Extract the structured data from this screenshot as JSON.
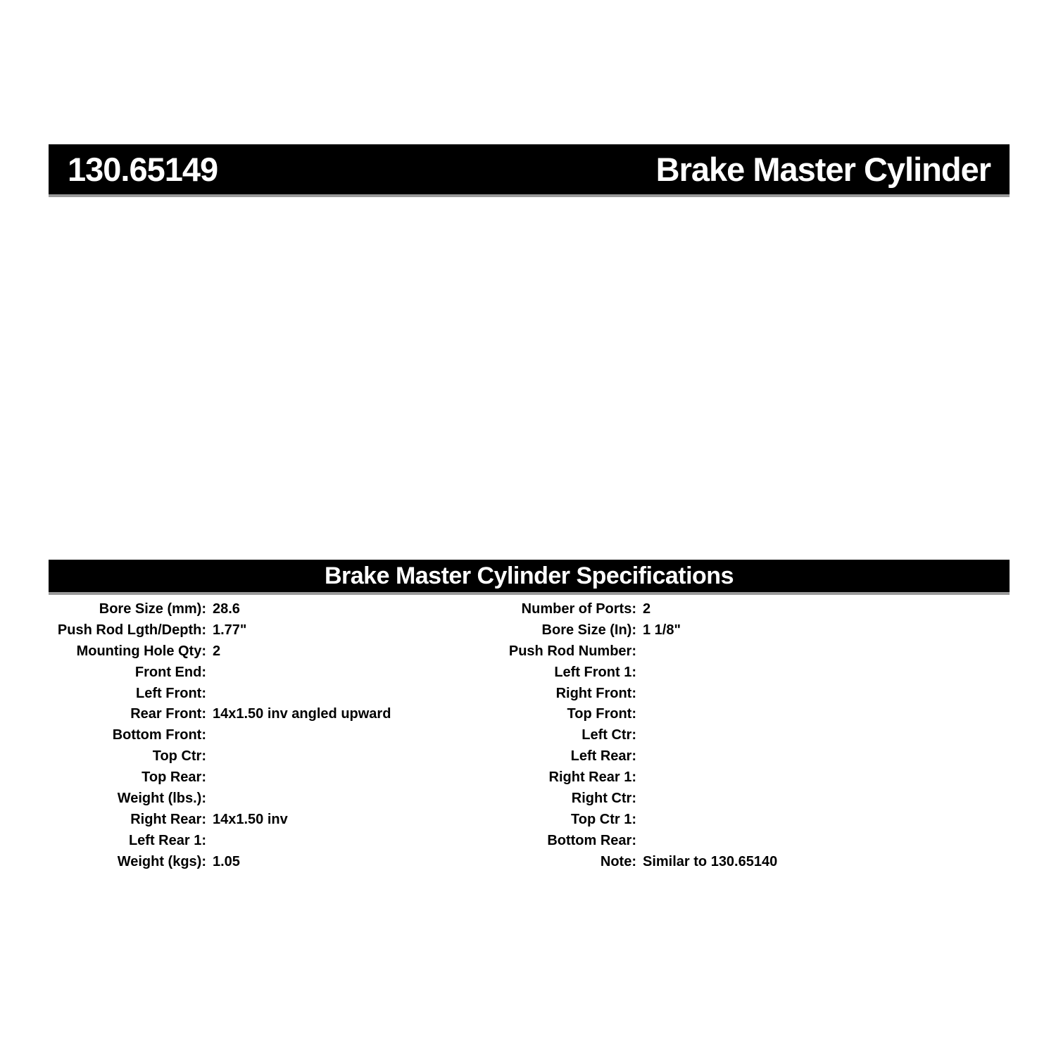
{
  "page": {
    "background": "#ffffff"
  },
  "colors": {
    "bar_background": "#000000",
    "bar_text": "#ffffff",
    "body_text": "#000000",
    "bar_shadow": "#999999"
  },
  "header": {
    "part_number": "130.65149",
    "product_title": "Brake Master Cylinder"
  },
  "specifications": {
    "section_title": "Brake Master Cylinder Specifications",
    "left_column": [
      {
        "label": "Bore Size (mm):",
        "value": "28.6"
      },
      {
        "label": "Push Rod Lgth/Depth:",
        "value": "1.77\""
      },
      {
        "label": "Mounting Hole Qty:",
        "value": "2"
      },
      {
        "label": "Front End:",
        "value": ""
      },
      {
        "label": "Left Front:",
        "value": ""
      },
      {
        "label": "Rear Front:",
        "value": "14x1.50 inv angled upward"
      },
      {
        "label": "Bottom Front:",
        "value": ""
      },
      {
        "label": "Top Ctr:",
        "value": ""
      },
      {
        "label": "Top Rear:",
        "value": ""
      },
      {
        "label": "Weight (lbs.):",
        "value": ""
      },
      {
        "label": "Right Rear:",
        "value": "14x1.50 inv"
      },
      {
        "label": "Left Rear 1:",
        "value": ""
      },
      {
        "label": "Weight (kgs):",
        "value": "1.05"
      }
    ],
    "right_column": [
      {
        "label": "Number of Ports:",
        "value": "2"
      },
      {
        "label": "Bore Size (In):",
        "value": "1 1/8\""
      },
      {
        "label": "Push Rod Number:",
        "value": ""
      },
      {
        "label": "Left Front 1:",
        "value": ""
      },
      {
        "label": "Right Front:",
        "value": ""
      },
      {
        "label": "Top Front:",
        "value": ""
      },
      {
        "label": "Left Ctr:",
        "value": ""
      },
      {
        "label": "Left Rear:",
        "value": ""
      },
      {
        "label": "Right Rear 1:",
        "value": ""
      },
      {
        "label": "Right Ctr:",
        "value": ""
      },
      {
        "label": "Top Ctr 1:",
        "value": ""
      },
      {
        "label": "Bottom Rear:",
        "value": ""
      },
      {
        "label": "Note:",
        "value": "Similar to 130.65140"
      }
    ]
  }
}
